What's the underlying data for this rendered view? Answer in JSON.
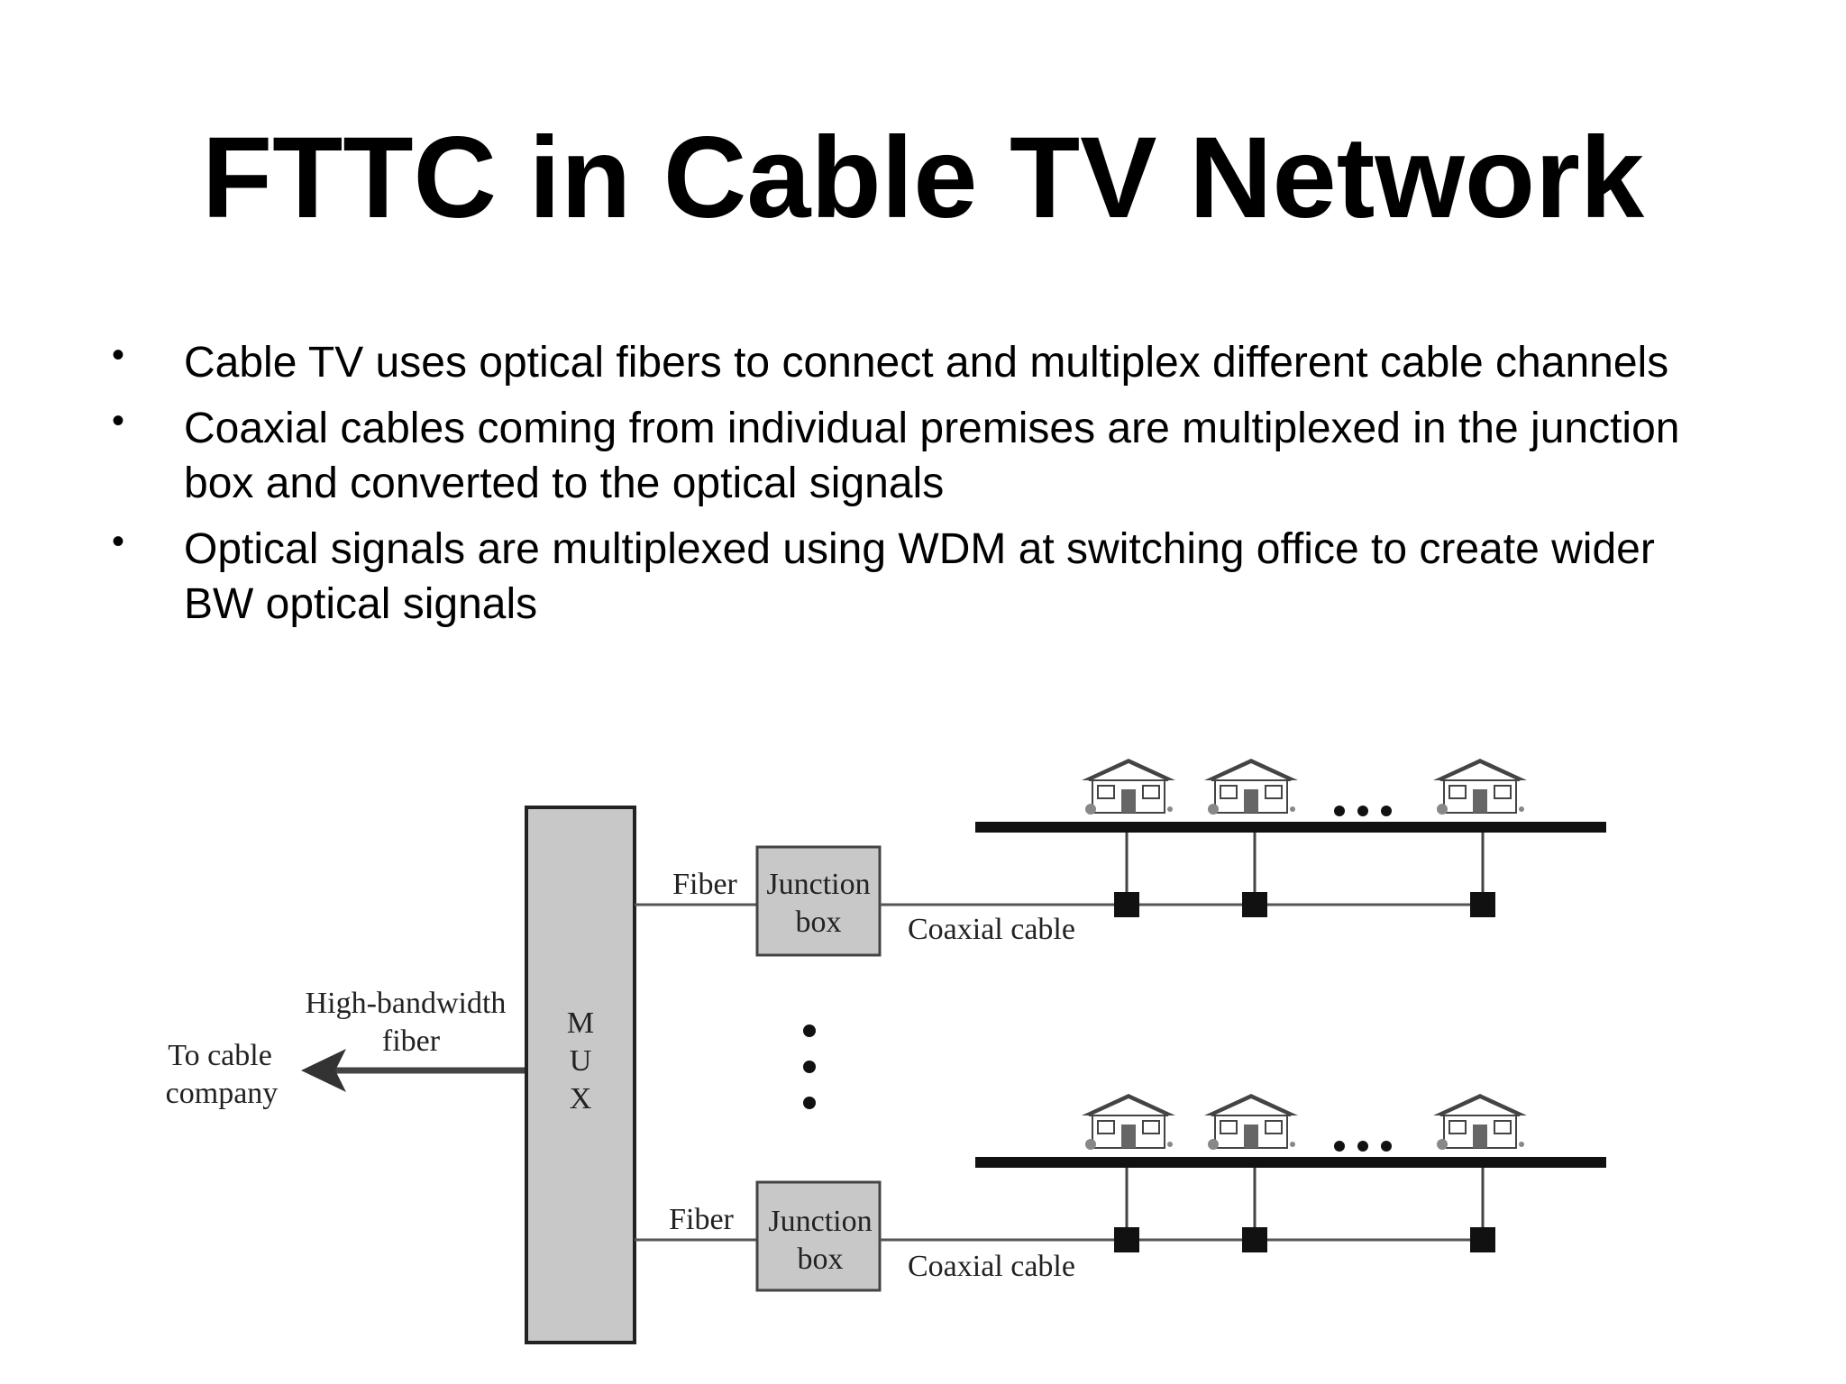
{
  "slide": {
    "title": "FTTC in Cable TV Network",
    "bullets": [
      "Cable TV uses optical fibers to connect and multiplex different cable channels",
      "Coaxial cables coming from individual premises are multiplexed in the junction box and converted to the optical signals",
      "Optical signals are multiplexed using WDM at switching office to create wider BW optical signals"
    ]
  },
  "diagram": {
    "mux_letters": [
      "M",
      "U",
      "X"
    ],
    "to_company_line1": "To cable",
    "to_company_line2": "company",
    "hb_fiber_line1": "High-bandwidth",
    "hb_fiber_line2": "fiber",
    "fiber_label": "Fiber",
    "junction_line1": "Junction",
    "junction_line2": "box",
    "coax_label": "Coaxial cable",
    "ellipsis_icon": "vertical-ellipsis-icon",
    "house_icon": "house-icon",
    "colors": {
      "box_fill": "#c8c8c8",
      "line": "#555555"
    }
  }
}
